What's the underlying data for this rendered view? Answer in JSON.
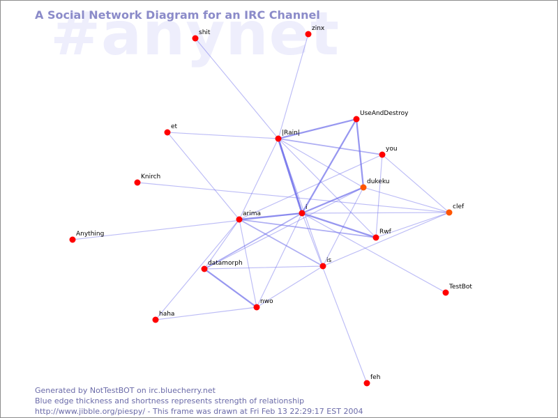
{
  "title": "A Social Network Diagram for an IRC Channel",
  "channel": "#anynet",
  "colors": {
    "node_default": "#ff0000",
    "node_recent": "#ff5500",
    "edge": "#6b6bea",
    "title": "#8b8bc9",
    "watermark": "#eeeefc",
    "footer": "#6a6aa8"
  },
  "nodes": [
    {
      "id": "shit",
      "label": "shit",
      "state": "default"
    },
    {
      "id": "zinx",
      "label": "zinx",
      "state": "default"
    },
    {
      "id": "UseAndDestroy",
      "label": "UseAndDestroy",
      "state": "default"
    },
    {
      "id": "et",
      "label": "et",
      "state": "default"
    },
    {
      "id": "Rain",
      "label": "|Rain|",
      "state": "default"
    },
    {
      "id": "you",
      "label": "you",
      "state": "default"
    },
    {
      "id": "Knirch",
      "label": "Knirch",
      "state": "default"
    },
    {
      "id": "dukeku",
      "label": "dukeku",
      "state": "recent"
    },
    {
      "id": "clef",
      "label": "clef",
      "state": "recent"
    },
    {
      "id": "i",
      "label": "i",
      "state": "default"
    },
    {
      "id": "arima",
      "label": "arima",
      "state": "default"
    },
    {
      "id": "Anything",
      "label": "Anything",
      "state": "default"
    },
    {
      "id": "Rwf",
      "label": "Rwf",
      "state": "default"
    },
    {
      "id": "datamorph",
      "label": "datamorph",
      "state": "default"
    },
    {
      "id": "is",
      "label": "is",
      "state": "default"
    },
    {
      "id": "TestBot",
      "label": "TestBot",
      "state": "default"
    },
    {
      "id": "nwo",
      "label": "nwo",
      "state": "default"
    },
    {
      "id": "haha",
      "label": "haha",
      "state": "default"
    },
    {
      "id": "feh",
      "label": "feh",
      "state": "default"
    }
  ],
  "edges": [
    {
      "from": "shit",
      "to": "Rain",
      "strength": 1
    },
    {
      "from": "zinx",
      "to": "Rain",
      "strength": 1
    },
    {
      "from": "et",
      "to": "Rain",
      "strength": 1
    },
    {
      "from": "et",
      "to": "arima",
      "strength": 1
    },
    {
      "from": "Rain",
      "to": "UseAndDestroy",
      "strength": 3
    },
    {
      "from": "Rain",
      "to": "i",
      "strength": 4
    },
    {
      "from": "Rain",
      "to": "you",
      "strength": 2
    },
    {
      "from": "Rain",
      "to": "dukeku",
      "strength": 1
    },
    {
      "from": "Rain",
      "to": "arima",
      "strength": 1
    },
    {
      "from": "Rain",
      "to": "is",
      "strength": 1
    },
    {
      "from": "Rain",
      "to": "Rwf",
      "strength": 1
    },
    {
      "from": "UseAndDestroy",
      "to": "i",
      "strength": 3
    },
    {
      "from": "UseAndDestroy",
      "to": "dukeku",
      "strength": 3
    },
    {
      "from": "you",
      "to": "arima",
      "strength": 1
    },
    {
      "from": "you",
      "to": "Rwf",
      "strength": 1
    },
    {
      "from": "you",
      "to": "clef",
      "strength": 1
    },
    {
      "from": "dukeku",
      "to": "i",
      "strength": 3
    },
    {
      "from": "dukeku",
      "to": "is",
      "strength": 1
    },
    {
      "from": "dukeku",
      "to": "clef",
      "strength": 1
    },
    {
      "from": "dukeku",
      "to": "datamorph",
      "strength": 1
    },
    {
      "from": "Knirch",
      "to": "clef",
      "strength": 1
    },
    {
      "from": "Anything",
      "to": "i",
      "strength": 1
    },
    {
      "from": "arima",
      "to": "i",
      "strength": 3
    },
    {
      "from": "arima",
      "to": "Rwf",
      "strength": 2
    },
    {
      "from": "arima",
      "to": "is",
      "strength": 2
    },
    {
      "from": "arima",
      "to": "nwo",
      "strength": 1
    },
    {
      "from": "arima",
      "to": "datamorph",
      "strength": 1
    },
    {
      "from": "arima",
      "to": "haha",
      "strength": 1
    },
    {
      "from": "i",
      "to": "Rwf",
      "strength": 3
    },
    {
      "from": "i",
      "to": "clef",
      "strength": 1
    },
    {
      "from": "i",
      "to": "datamorph",
      "strength": 2
    },
    {
      "from": "i",
      "to": "nwo",
      "strength": 1
    },
    {
      "from": "i",
      "to": "TestBot",
      "strength": 1
    },
    {
      "from": "i",
      "to": "feh",
      "strength": 1
    },
    {
      "from": "Rwf",
      "to": "clef",
      "strength": 1
    },
    {
      "from": "is",
      "to": "datamorph",
      "strength": 1
    },
    {
      "from": "is",
      "to": "nwo",
      "strength": 1
    },
    {
      "from": "is",
      "to": "clef",
      "strength": 1
    },
    {
      "from": "datamorph",
      "to": "nwo",
      "strength": 3
    },
    {
      "from": "nwo",
      "to": "haha",
      "strength": 1
    }
  ],
  "footer": {
    "line1": "Generated by NotTestBOT on irc.bluecherry.net",
    "line2": "Blue edge thickness and shortness represents strength of relationship",
    "line3": "http://www.jibble.org/piespy/ - This frame was drawn at Fri Feb 13 22:29:17 EST 2004"
  }
}
